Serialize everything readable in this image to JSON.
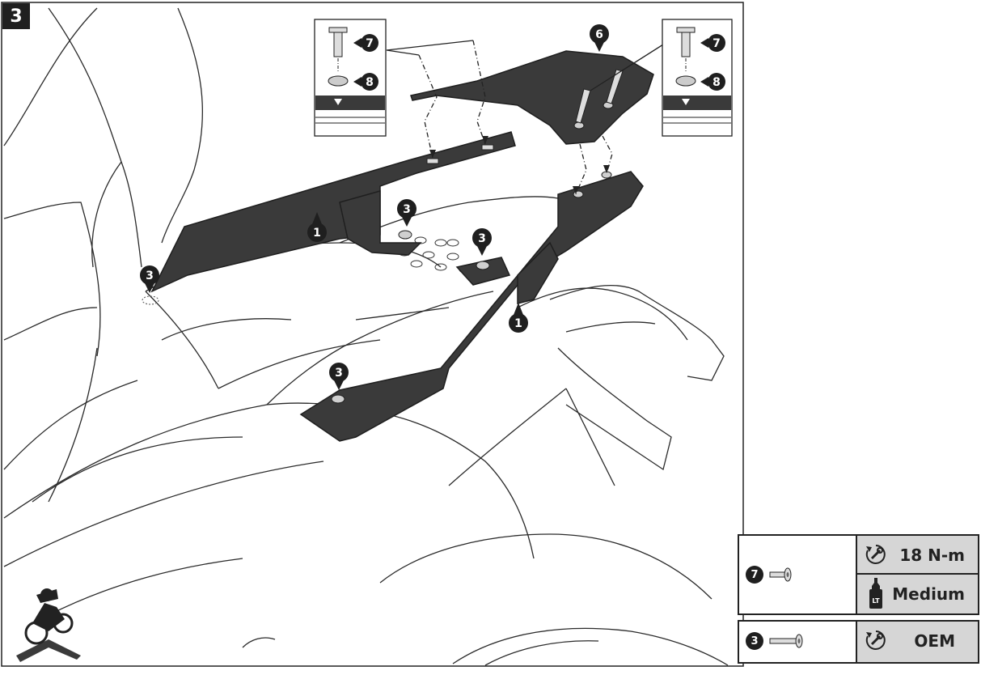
{
  "step": "3",
  "callouts": {
    "rack": "1",
    "mount_bolt": "3",
    "top_plate": "6",
    "screw": "7",
    "washer": "8"
  },
  "spec_table": {
    "row1": {
      "part_number": "7",
      "torque_icon": "torque-wrench-icon",
      "torque": "18 N-m",
      "threadlock_icon": "threadlocker-bottle-icon",
      "threadlock_label": "LT",
      "threadlock": "Medium"
    },
    "row2": {
      "part_number": "3",
      "torque_icon": "torque-wrench-icon",
      "torque": "OEM"
    }
  },
  "colors": {
    "part_fill": "#3a3a3a",
    "outline": "#1f1f1f",
    "table_shade": "#d6d6d6"
  }
}
